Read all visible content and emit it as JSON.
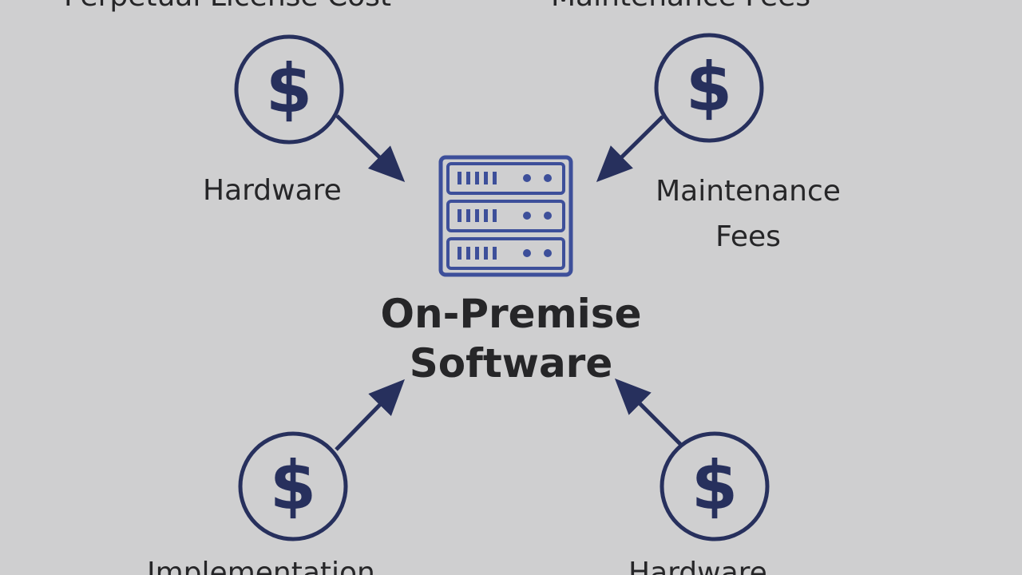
{
  "center": {
    "title_line1": "On-Premise",
    "title_line2": "Software",
    "icon": "server-stack-icon"
  },
  "cost_nodes": [
    {
      "label": "Hardware",
      "icon": "dollar-icon"
    },
    {
      "label_line1": "Maintenance",
      "label_line2": "Fees",
      "icon": "dollar-icon"
    }
  ],
  "cut_off_labels": {
    "top_left": "Perpetual License Cost",
    "top_right": "Maintenance Fees",
    "bottom_left": "Implementation",
    "bottom_right": "Hardware"
  },
  "colors": {
    "accent": "#27305d",
    "icon_blue": "#3d4f9a",
    "background": "#cfcfd0",
    "text": "#262628"
  }
}
